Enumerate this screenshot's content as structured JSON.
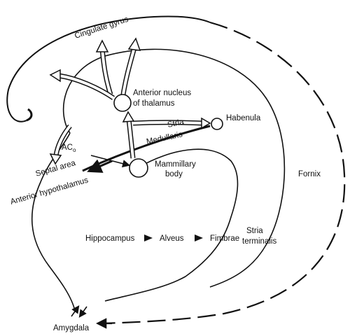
{
  "labels": {
    "cingulate_gyrus": "Cingulate gyrus",
    "anterior_nucleus_line1": "Anterior nucleus",
    "anterior_nucleus_line2": "of thalamus",
    "habenula": "Habenula",
    "stria_medullaris_line1": "Stria",
    "stria_medullaris_line2": "Medullaris",
    "ac_main": "AC",
    "ac_subscript": "o",
    "mammillary_line1": "Mammillary",
    "mammillary_line2": "body",
    "septal_area": "Septal area",
    "anterior_hypothalamus": "Anterior hypothalamus",
    "fornix": "Fornix",
    "stria_terminalis_line1": "Stria",
    "stria_terminalis_line2": "terminalis",
    "hippocampus": "Hippocampus",
    "alveus": "Alveus",
    "fimbrae": "Fimbrae",
    "amygdala": "Amygdala"
  },
  "colors": {
    "ink": "#111111",
    "background": "#ffffff"
  }
}
